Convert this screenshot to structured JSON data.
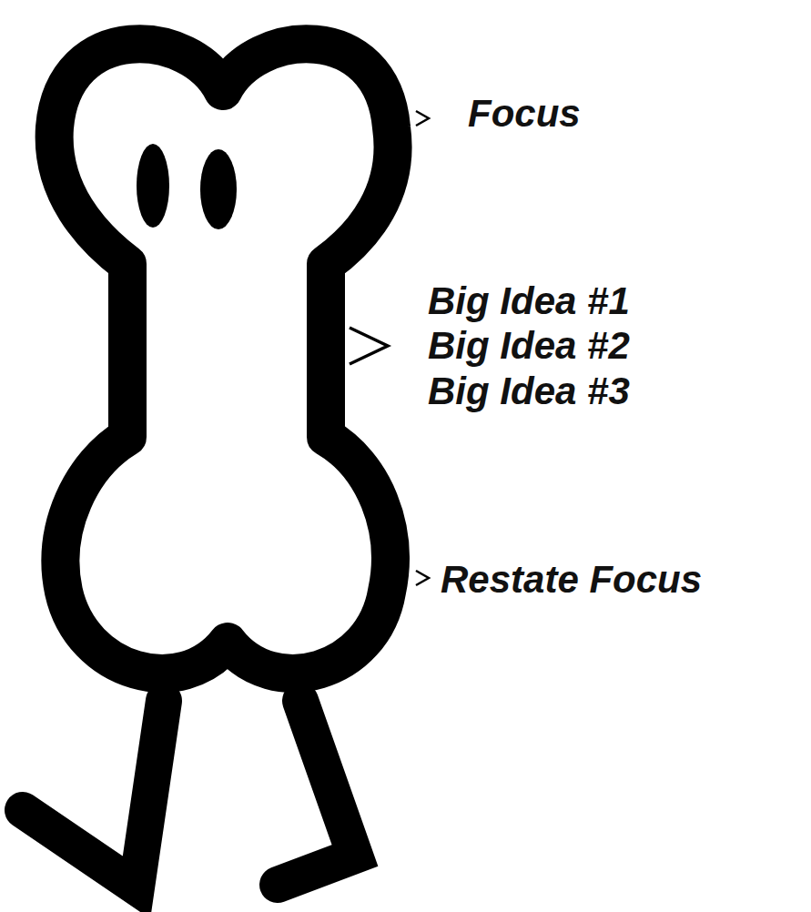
{
  "diagram": {
    "labels": [
      "Focus",
      "Big Idea #1",
      "Big Idea #2",
      "Big Idea #3",
      "Restate Focus"
    ]
  }
}
